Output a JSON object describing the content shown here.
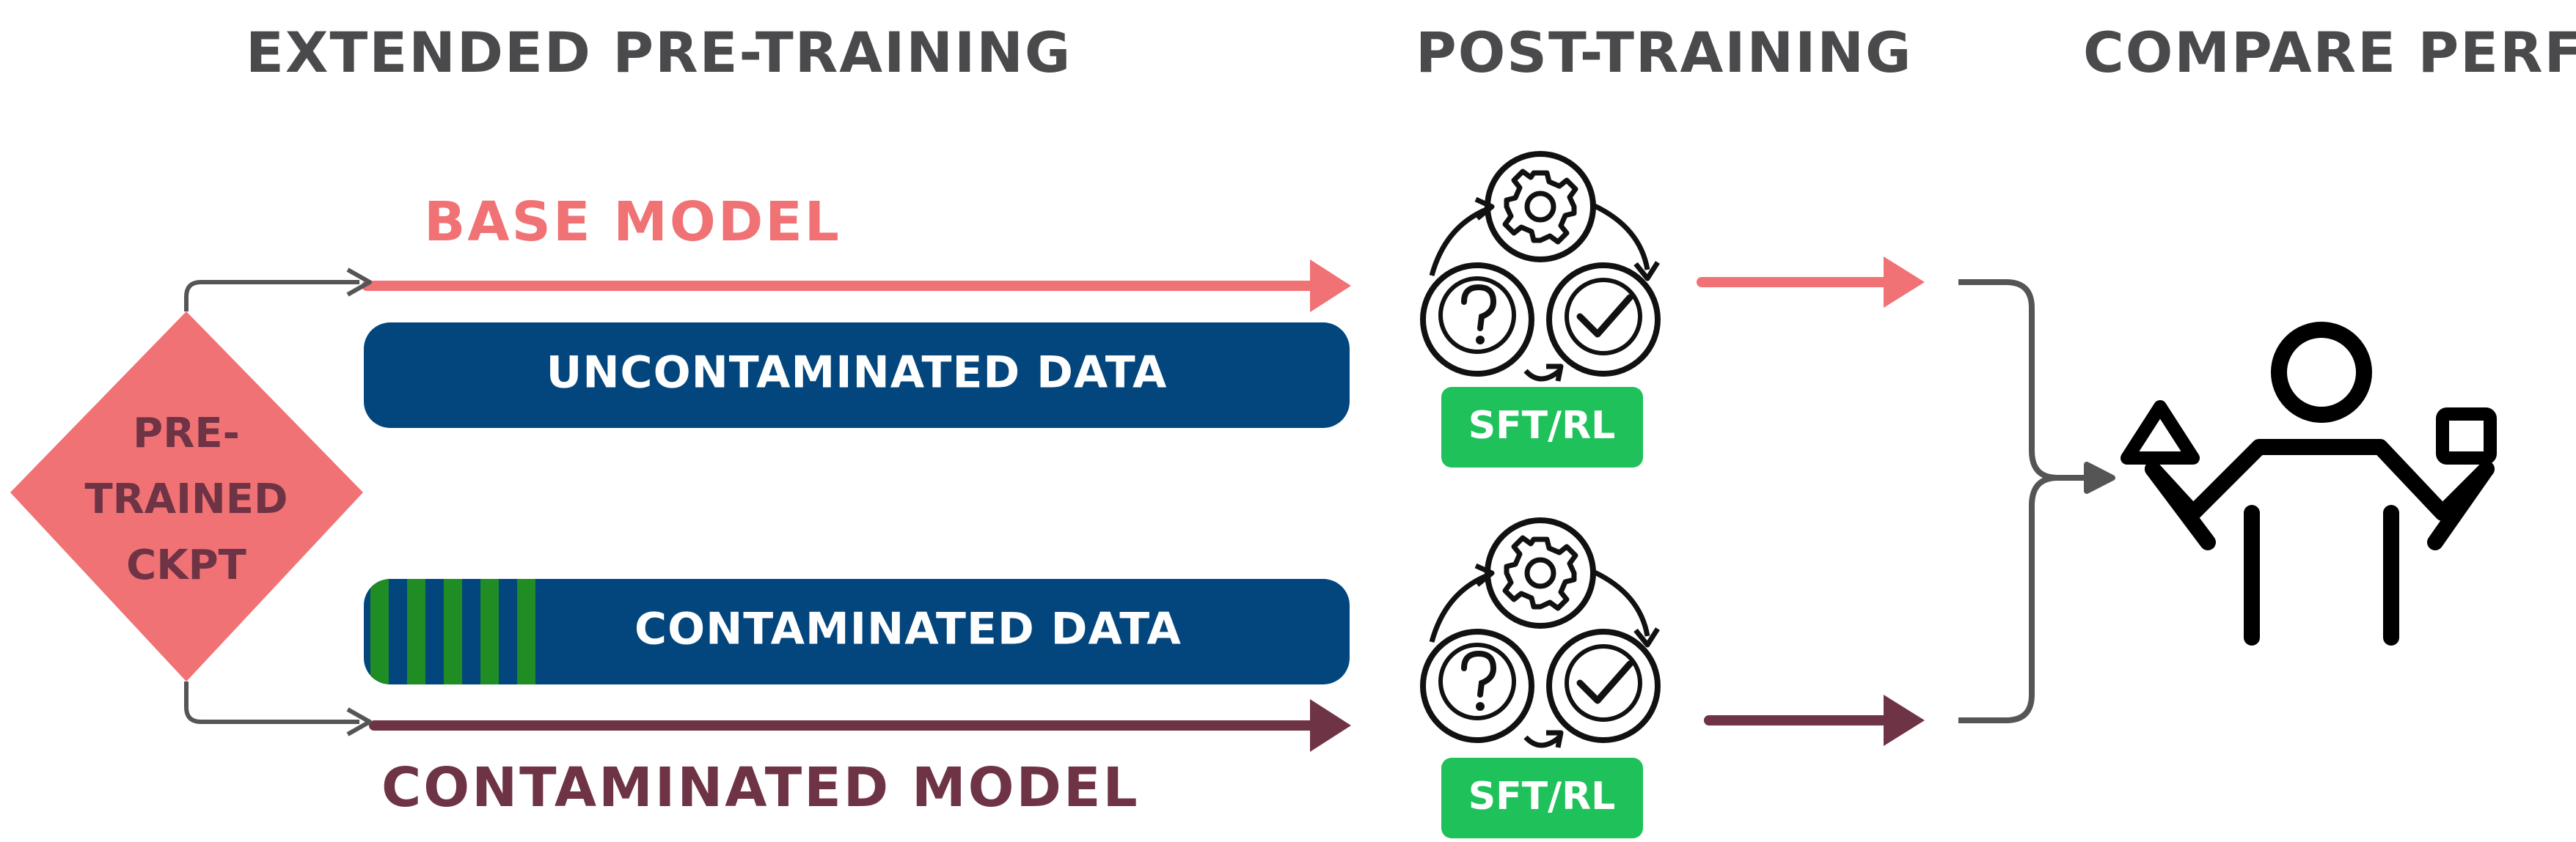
{
  "headers": {
    "pretraining": "EXTENDED PRE-TRAINING",
    "posttraining": "POST-TRAINING",
    "compare": "COMPARE PERF."
  },
  "base_model_label": "BASE MODEL",
  "contaminated_model_label": "CONTAMINATED MODEL",
  "uncontaminated_bar_label": "UNCONTAMINATED DATA",
  "contaminated_bar_label": "CONTAMINATED DATA",
  "checkpoint_label": [
    "PRE-",
    "TRAINED",
    "CKPT"
  ],
  "post_training_badge": "SFT/RL",
  "icons": {
    "post_training": "gear-question-check-cycle-icon",
    "compare": "person-balancing-icon"
  },
  "colors": {
    "base": "#f07274",
    "contaminated": "#6e3344",
    "bar": "#02467d",
    "stripe": "#208c24",
    "badge": "#1fc25a",
    "header": "#4a4a4d",
    "connector": "#555555"
  }
}
